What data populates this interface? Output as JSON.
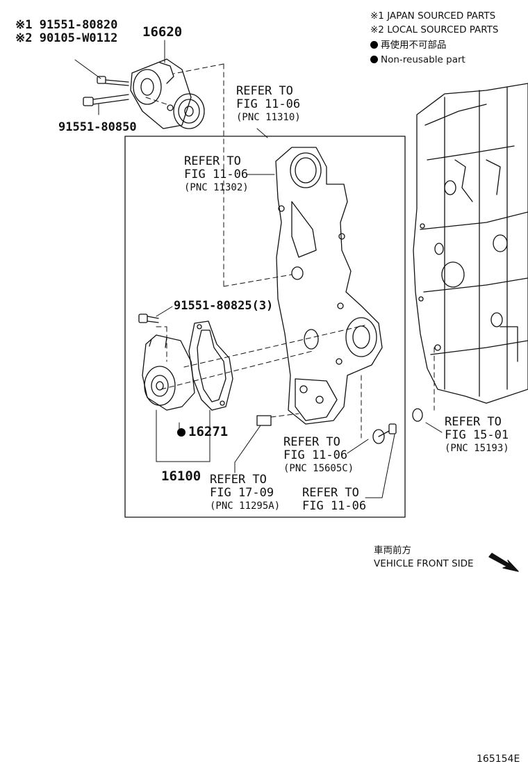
{
  "legend": {
    "japan": "※1 JAPAN SOURCED PARTS",
    "local": "※2 LOCAL SOURCED PARTS",
    "nonreuse_jp": "再使用不可部品",
    "nonreuse_en": "Non-reusable part"
  },
  "parts": {
    "bolt_japan": "※1 91551-80820",
    "bolt_local": "※2 90105-W0112",
    "tensioner": "16620",
    "bolt_lower": "91551-80850",
    "bolt_pump": "91551-80825(3)",
    "gasket": "16271",
    "water_pump": "16100"
  },
  "refs": {
    "r1": {
      "line1": "REFER TO",
      "line2": "FIG 11-06",
      "pnc": "(PNC 11310)"
    },
    "r2": {
      "line1": "REFER TO",
      "line2": "FIG 11-06",
      "pnc": "(PNC 11302)"
    },
    "r3": {
      "line1": "REFER TO",
      "line2": "FIG 15-01",
      "pnc": "(PNC 15193)"
    },
    "r4": {
      "line1": "REFER TO",
      "line2": "FIG 11-06",
      "pnc": "(PNC 15605C)"
    },
    "r5": {
      "line1": "REFER TO",
      "line2": "FIG 17-09",
      "pnc": "(PNC 11295A)"
    },
    "r6": {
      "line1": "REFER TO",
      "line2": "FIG 11-06"
    }
  },
  "front": {
    "jp": "車両前方",
    "en": "VEHICLE FRONT SIDE"
  },
  "figure_id": "165154E"
}
